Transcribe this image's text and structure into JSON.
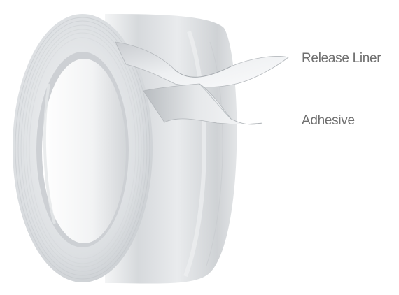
{
  "labels": {
    "release_liner": "Release Liner",
    "adhesive": "Adhesive"
  },
  "illustration": {
    "subject": "tape-roll",
    "colors": {
      "background": "#ffffff",
      "roll_light": "#f2f3f5",
      "roll_mid": "#d9dcdf",
      "roll_dark": "#b9bdc1",
      "core_shadow": "#c4c8cc",
      "liner_light": "#f7f8f9",
      "liner_shade": "#aeb2b6",
      "label_text": "#6f6f6f"
    }
  }
}
